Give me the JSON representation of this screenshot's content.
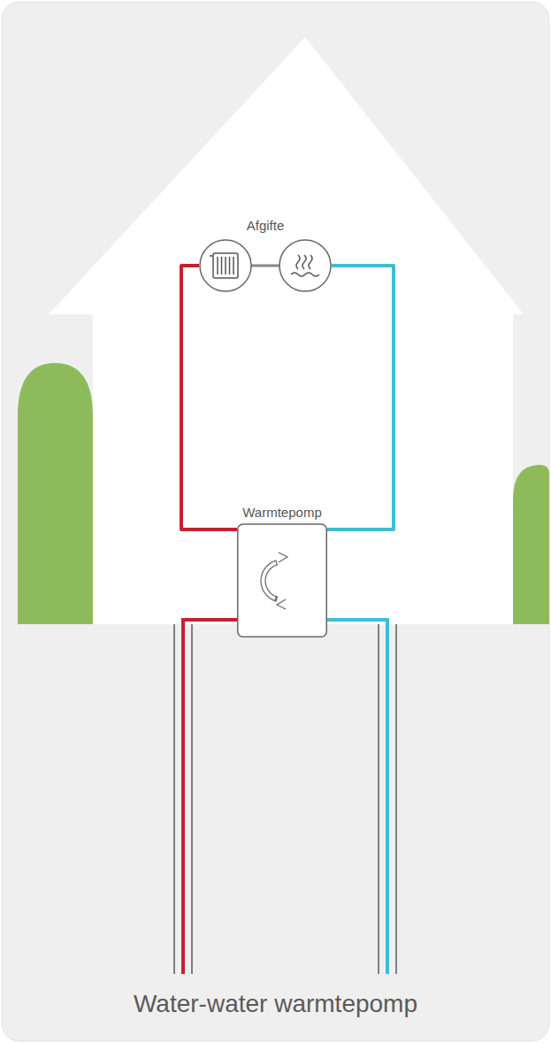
{
  "diagram": {
    "caption": "Water-water warmtepomp",
    "nodes": [
      {
        "text": [
          "Afgifte"
        ]
      },
      {
        "text": [
          "Warmtepomp"
        ]
      }
    ],
    "edges": [
      {
        "from": 1,
        "to": 0,
        "arrow": "none"
      },
      {
        "from": 0,
        "to": 1,
        "arrow": "none"
      }
    ]
  }
}
